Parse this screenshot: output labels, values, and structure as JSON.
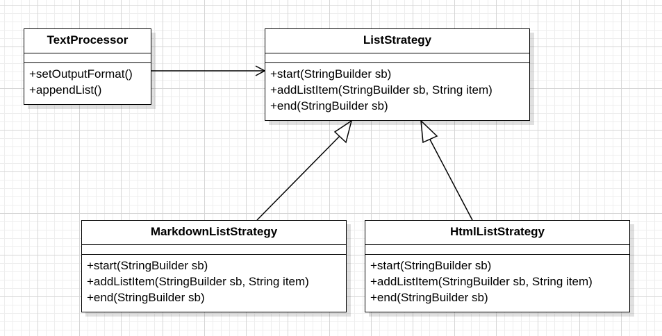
{
  "diagram": {
    "classes": {
      "text_processor": {
        "name": "TextProcessor",
        "methods": [
          "+setOutputFormat()",
          "+appendList()"
        ]
      },
      "list_strategy": {
        "name": "ListStrategy",
        "methods": [
          "+start(StringBuilder sb)",
          "+addListItem(StringBuilder sb, String item)",
          "+end(StringBuilder sb)"
        ]
      },
      "markdown_list_strategy": {
        "name": "MarkdownListStrategy",
        "methods": [
          "+start(StringBuilder sb)",
          "+addListItem(StringBuilder sb, String item)",
          "+end(StringBuilder sb)"
        ]
      },
      "html_list_strategy": {
        "name": "HtmlListStrategy",
        "methods": [
          "+start(StringBuilder sb)",
          "+addListItem(StringBuilder sb, String item)",
          "+end(StringBuilder sb)"
        ]
      }
    }
  }
}
